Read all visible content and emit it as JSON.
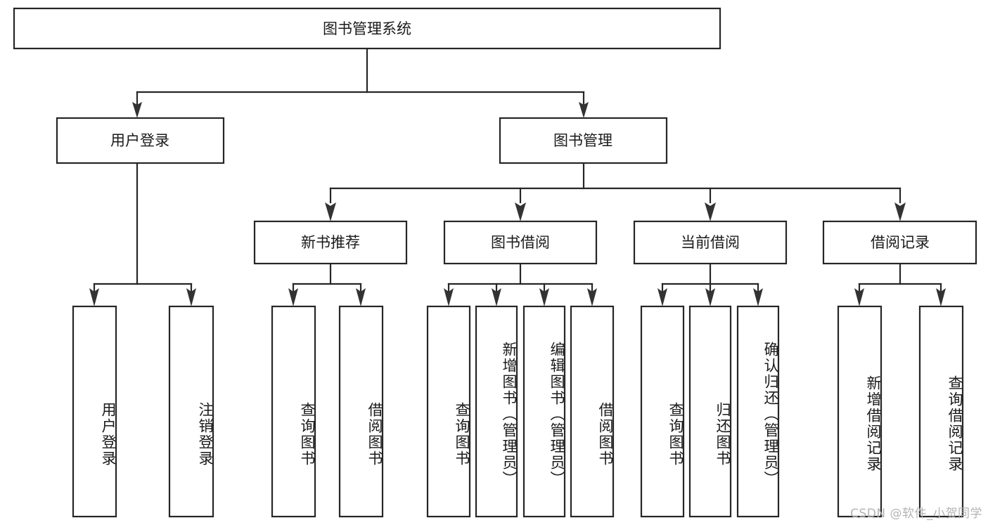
{
  "diagram": {
    "type": "tree",
    "title": "图书管理系统",
    "orientation": "top-down",
    "colors": {
      "box_stroke": "#262626",
      "box_fill": "#ffffff",
      "connector": "#262626",
      "text": "#1a1a1a",
      "watermark": "#b3b3b3",
      "background": "#ffffff"
    },
    "root": {
      "label": "图书管理系统"
    },
    "level2": [
      {
        "label": "用户登录"
      },
      {
        "label": "图书管理"
      }
    ],
    "level3": [
      {
        "label": "新书推荐"
      },
      {
        "label": "图书借阅"
      },
      {
        "label": "当前借阅"
      },
      {
        "label": "借阅记录"
      }
    ],
    "leaves": {
      "user_login": [
        {
          "label": "用户登录"
        },
        {
          "label": "注销登录"
        }
      ],
      "new_book": [
        {
          "label": "查询图书"
        },
        {
          "label": "借阅图书"
        }
      ],
      "book_borrow": [
        {
          "label": "查询图书"
        },
        {
          "label": "新增图书（管理员）"
        },
        {
          "label": "编辑图书（管理员）"
        },
        {
          "label": "借阅图书"
        }
      ],
      "current_borrow": [
        {
          "label": "查询图书"
        },
        {
          "label": "归还图书"
        },
        {
          "label": "确认归还（管理员）"
        }
      ],
      "borrow_record": [
        {
          "label": "新增借阅记录"
        },
        {
          "label": "查询借阅记录"
        }
      ]
    },
    "watermark": "CSDN @软件_小贺同学"
  }
}
